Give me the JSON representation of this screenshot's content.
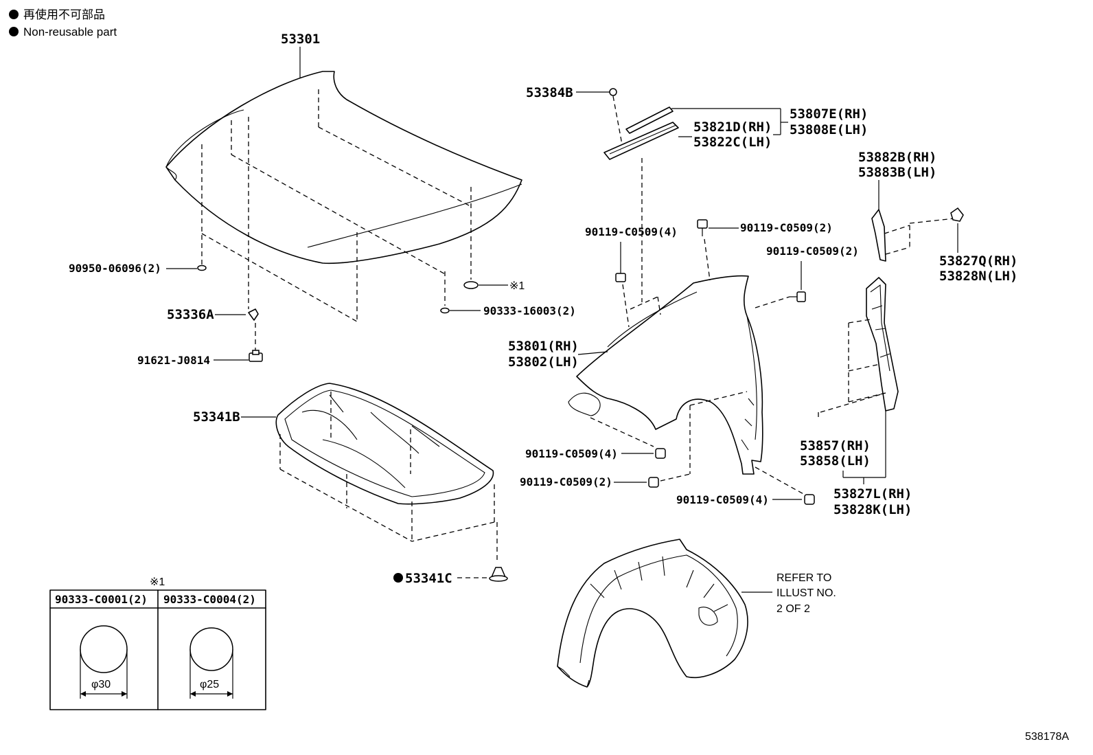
{
  "legend": {
    "line_jp": "再使用不可部品",
    "line_en": "Non-reusable part"
  },
  "labels": {
    "hood": "53301",
    "grommet_a": "90950-06096(2)",
    "note_ref": "※1",
    "grommet_b": "90333-16003(2)",
    "stay": "53336A",
    "nut": "91621-J0814",
    "insulator": "53341B",
    "clip": "53341C",
    "seal": "53384B",
    "strip_rh": "53807E(RH)",
    "strip_lh": "53808E(LH)",
    "retainer_rh": "53821D(RH)",
    "retainer_lh": "53822C(LH)",
    "bolt_a": "90119-C0509(4)",
    "bolt_b": "90119-C0509(2)",
    "bolt_c": "90119-C0509(2)",
    "fender_rh": "53801(RH)",
    "fender_lh": "53802(LH)",
    "bolt_d": "90119-C0509(4)",
    "bolt_e": "90119-C0509(2)",
    "bolt_f": "90119-C0509(4)",
    "cover_rh": "53882B(RH)",
    "cover_lh": "53883B(LH)",
    "bracket_rh": "53827Q(RH)",
    "bracket_lh": "53828N(LH)",
    "seal_rh": "53857(RH)",
    "seal_lh": "53858(LH)",
    "protector_rh": "53827L(RH)",
    "protector_lh": "53828K(LH)",
    "refer_1": "REFER TO",
    "refer_2": "ILLUST NO.",
    "refer_3": "2 OF 2",
    "illust_no": "538178A"
  },
  "detail_table": {
    "note": "※1",
    "columns": [
      {
        "part": "90333-C0001(2)",
        "diameter": "φ30"
      },
      {
        "part": "90333-C0004(2)",
        "diameter": "φ25"
      }
    ]
  }
}
